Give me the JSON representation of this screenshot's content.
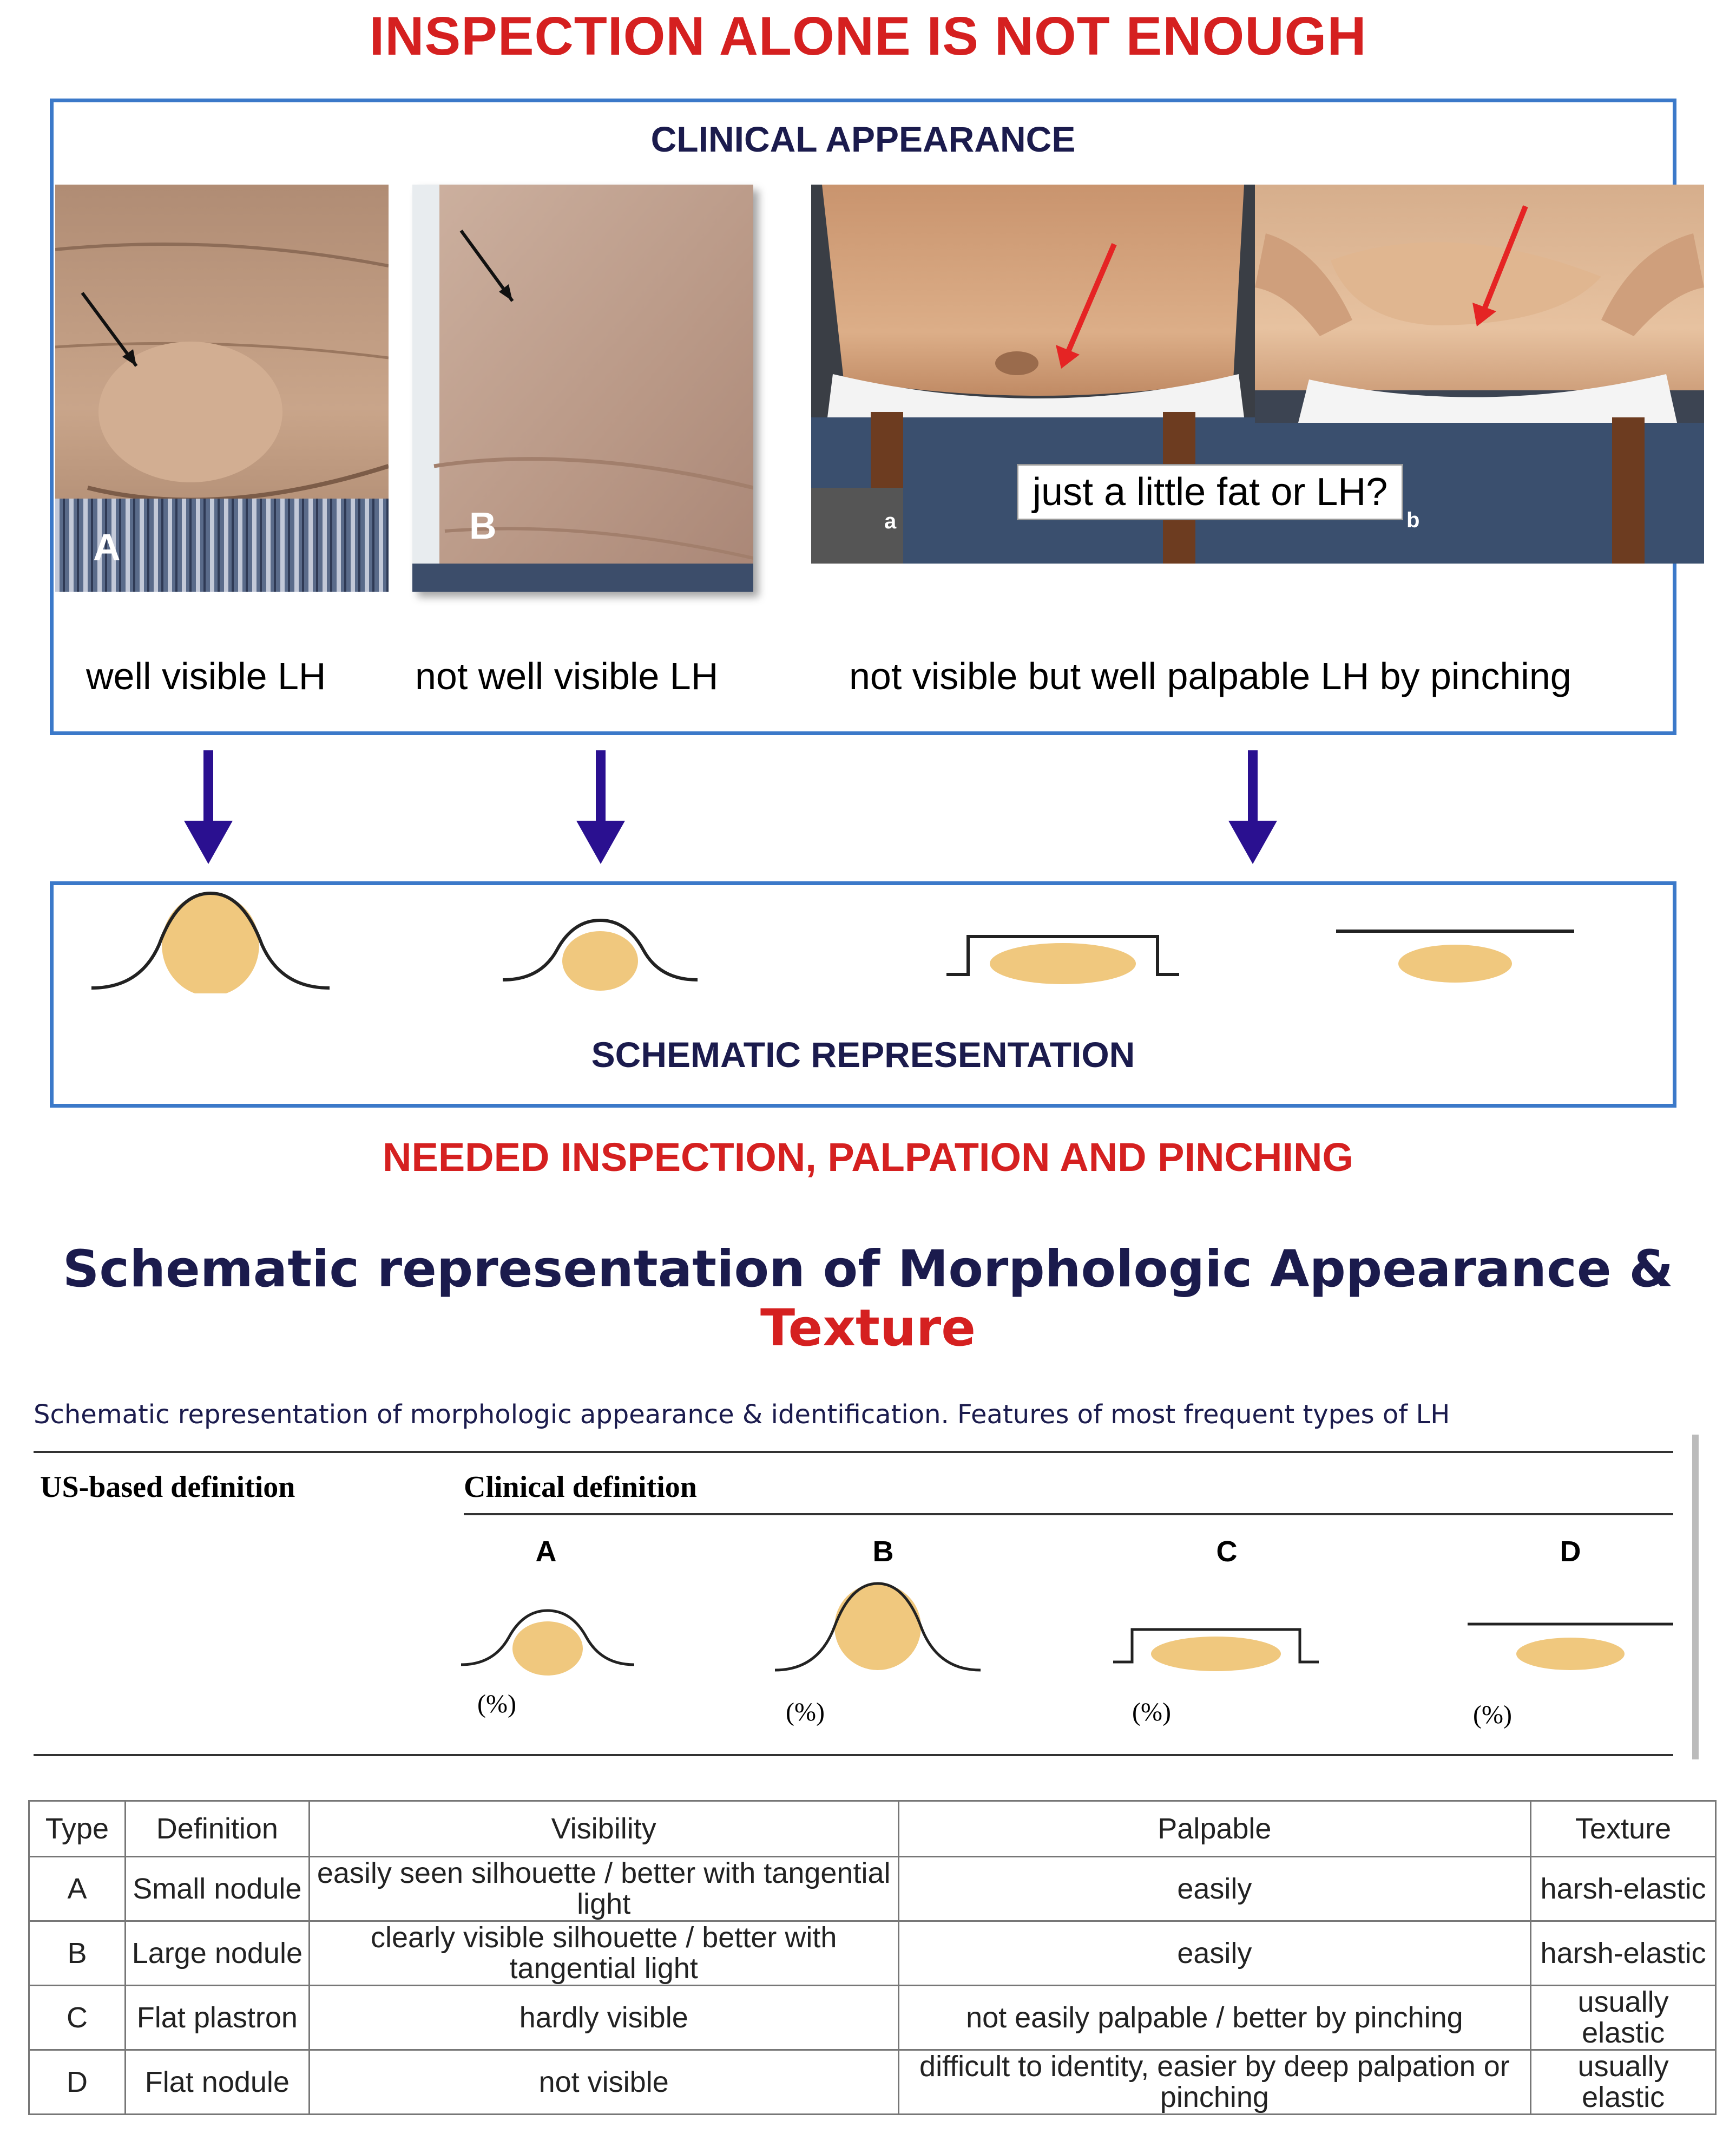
{
  "title": "INSPECTION ALONE  IS NOT ENOUGH",
  "clinical_panel": {
    "title": "CLINICAL APPEARANCE",
    "photo_labels": [
      "A",
      "B",
      "a",
      "b"
    ],
    "callout": "just a little fat or LH?",
    "captions": [
      "well visible LH",
      "not well visible LH",
      "not visible but well palpable LH by pinching"
    ]
  },
  "schematic_panel": {
    "title": "SCHEMATIC REPRESENTATION"
  },
  "needed_text": "NEEDED INSPECTION, PALPATION AND PINCHING",
  "morph_title": {
    "main": "Schematic representation of Morphologic Appearance & ",
    "highlight": "Texture"
  },
  "reference_figure": {
    "caption": "Schematic representation of morphologic appearance & identification.  Features of most frequent types of LH",
    "us_definition": "US-based definition",
    "clinical_definition": "Clinical definition",
    "columns": [
      {
        "letter": "A",
        "pct": "(%)"
      },
      {
        "letter": "B",
        "pct": "(%)"
      },
      {
        "letter": "C",
        "pct": "(%)"
      },
      {
        "letter": "D",
        "pct": "(%)"
      }
    ]
  },
  "table": {
    "headers": [
      "Type",
      "Definition",
      "Visibility",
      "Palpable",
      "Texture"
    ],
    "rows": [
      [
        "A",
        "Small nodule",
        "easily seen silhouette / better with tangential light",
        "easily",
        "harsh-elastic"
      ],
      [
        "B",
        "Large nodule",
        "clearly visible silhouette / better with tangential light",
        "easily",
        "harsh-elastic"
      ],
      [
        "C",
        "Flat plastron",
        "hardly visible",
        "not easily palpable / better by pinching",
        "usually elastic"
      ],
      [
        "D",
        "Flat nodule",
        "not visible",
        "difficult to identity, easier by deep palpation or pinching",
        "usually elastic"
      ]
    ]
  },
  "colors": {
    "title_red": "#d52020",
    "box_border": "#3b79c9",
    "arrow": "#2a1090",
    "lump_fill": "#f0c87e",
    "navy_text": "#1b1b4d"
  }
}
